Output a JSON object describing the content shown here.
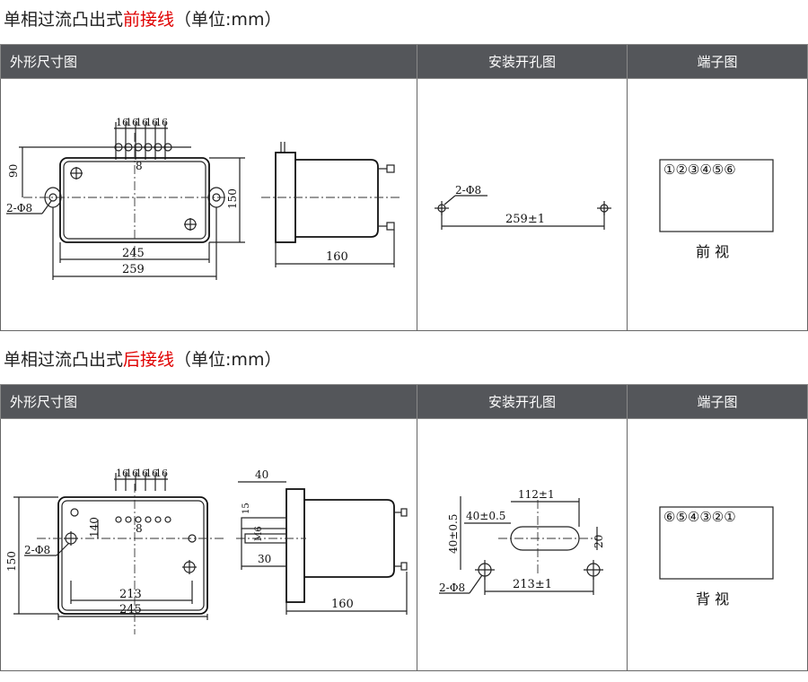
{
  "section1": {
    "title_prefix": "单相过流凸出式",
    "title_highlight": "前接线",
    "title_suffix": "（单位:mm）",
    "headers": [
      "外形尺寸图",
      "安装开孔图",
      "端子图"
    ],
    "dims": {
      "pitch": [
        "16",
        "16",
        "16",
        "16",
        "16"
      ],
      "d8": "8",
      "d90": "90",
      "d150": "150",
      "hole": "2-Φ8",
      "d245": "245",
      "d259": "259",
      "d160": "160"
    },
    "cutout": {
      "hole": "2-Φ8",
      "span": "259±1"
    },
    "terminals": {
      "numbers": "①②③④⑤⑥",
      "caption": "前 视"
    }
  },
  "section2": {
    "title_prefix": "单相过流凸出式",
    "title_highlight": "后接线",
    "title_suffix": "（单位:mm）",
    "headers": [
      "外形尺寸图",
      "安装开孔图",
      "端子图"
    ],
    "dims": {
      "pitch": [
        "16",
        "16",
        "16",
        "16",
        "16"
      ],
      "d8": "8",
      "d140": "140",
      "d150": "150",
      "hole": "2-Φ8",
      "d213": "213",
      "d245": "245",
      "d40": "40",
      "d15": "15",
      "m6": "M6",
      "d30": "30",
      "d160": "160"
    },
    "cutout": {
      "v40": "40±0.5",
      "h40": "40±0.5",
      "d112": "112±1",
      "d20": "20",
      "hole": "2-Φ8",
      "d213": "213±1"
    },
    "terminals": {
      "numbers": "⑥⑤④③②①",
      "caption": "背 视"
    }
  }
}
